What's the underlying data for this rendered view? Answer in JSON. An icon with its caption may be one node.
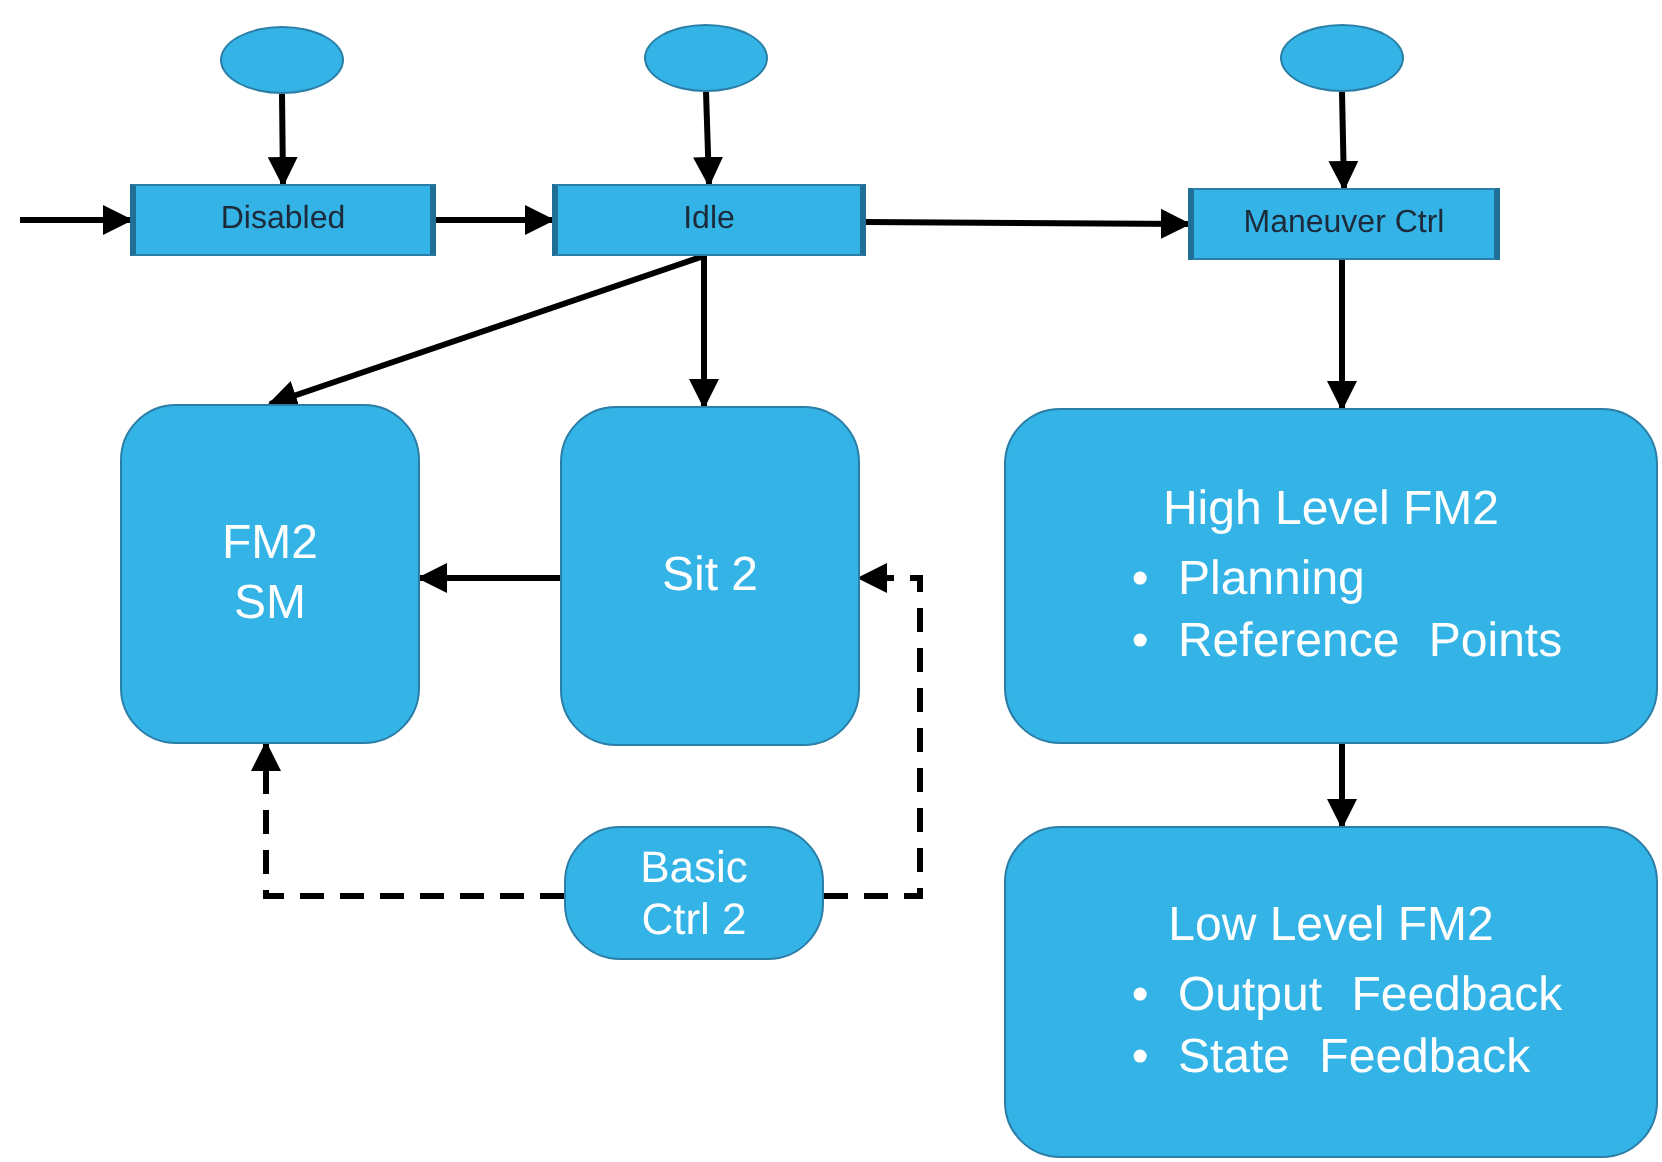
{
  "diagram": {
    "nodes": [
      {
        "text": [],
        "shape": "ellipse"
      },
      {
        "text": [],
        "shape": "ellipse"
      },
      {
        "text": [],
        "shape": "ellipse"
      },
      {
        "text": [
          "Disabled"
        ]
      },
      {
        "text": [
          "Idle"
        ]
      },
      {
        "text": [
          "Maneuver Ctrl"
        ]
      },
      {
        "text": [
          "FM2 SM"
        ]
      },
      {
        "text": [
          "Sit 2"
        ]
      },
      {
        "text": [
          "High Level FM2",
          "• Planning",
          "• Reference Points"
        ]
      },
      {
        "text": [
          "Basic Ctrl 2"
        ]
      },
      {
        "text": [
          "Low Level FM2",
          "• Output Feedback",
          "• State Feedback"
        ]
      }
    ],
    "edges": [
      {
        "from": 0,
        "to": 3,
        "arrow": "to"
      },
      {
        "from": 1,
        "to": 4,
        "arrow": "to"
      },
      {
        "from": 2,
        "to": 5,
        "arrow": "to"
      },
      {
        "from": null,
        "to": 3,
        "arrow": "to"
      },
      {
        "from": 3,
        "to": 4,
        "arrow": "to"
      },
      {
        "from": 4,
        "to": 5,
        "arrow": "to"
      },
      {
        "from": 4,
        "to": 6,
        "arrow": "to"
      },
      {
        "from": 4,
        "to": 7,
        "arrow": "to"
      },
      {
        "from": 5,
        "to": 8,
        "arrow": "to"
      },
      {
        "from": 7,
        "to": 6,
        "arrow": "to"
      },
      {
        "from": 9,
        "to": 7,
        "arrow": "to",
        "style": "dashed"
      },
      {
        "from": 9,
        "to": 6,
        "arrow": "to",
        "style": "dashed"
      },
      {
        "from": 8,
        "to": 10,
        "arrow": "to"
      }
    ]
  }
}
